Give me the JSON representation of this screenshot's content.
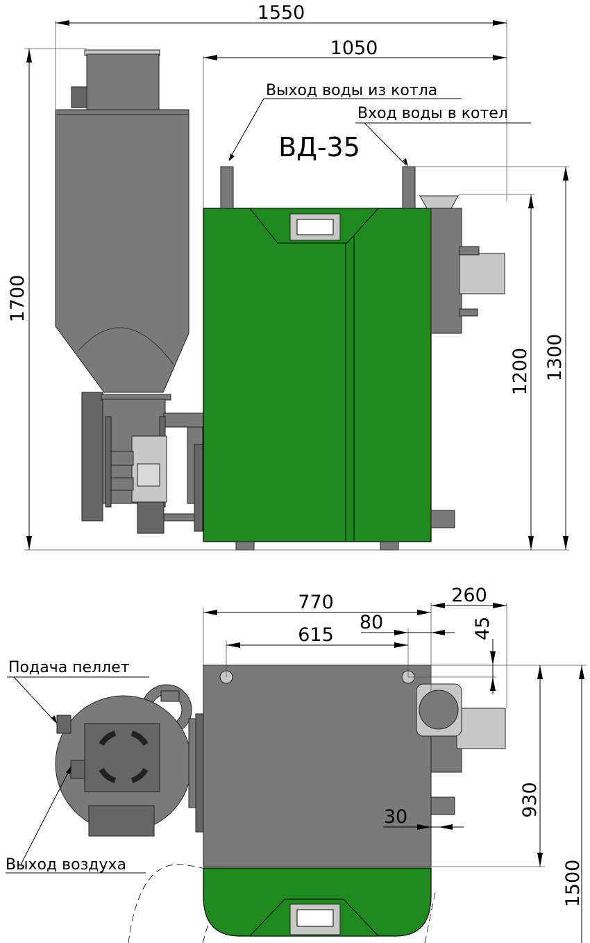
{
  "title": "ВД-35",
  "labels": {
    "water_out": "Выход воды из котла",
    "water_in": "Вход воды в котел",
    "pellet_feed": "Подача пеллет",
    "air_out": "Выход воздуха"
  },
  "dimensions": {
    "total_width": "1550",
    "boiler_width": "1050",
    "total_height": "1700",
    "outlet_height": "1300",
    "inlet_height": "1200",
    "top_width": "770",
    "flange_offset": "260",
    "pipe_spacing": "615",
    "pipe_offset": "80",
    "pipe_y_offset": "45",
    "side_offset": "30",
    "depth": "930",
    "total_depth": "1500"
  },
  "colors": {
    "boiler_body": "#1e8a1e",
    "metal": "#7a7a7a",
    "metal_light": "#c8c8c8"
  }
}
